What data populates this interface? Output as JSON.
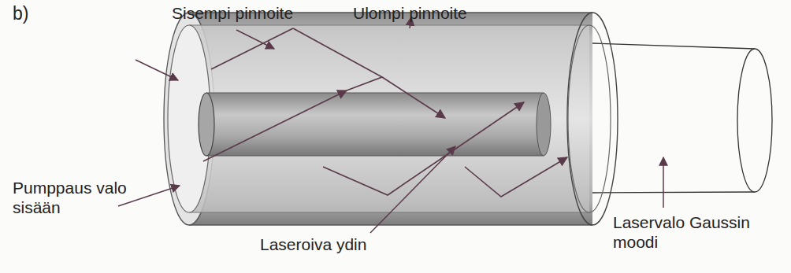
{
  "diagram": {
    "labels": [
      "b)",
      "Sisempi pinnoite",
      "Ulompi pinnoite",
      "Pumppaus valo sisään",
      "Laseroiva ydin",
      "Laservalo Gaussin moodi"
    ]
  }
}
